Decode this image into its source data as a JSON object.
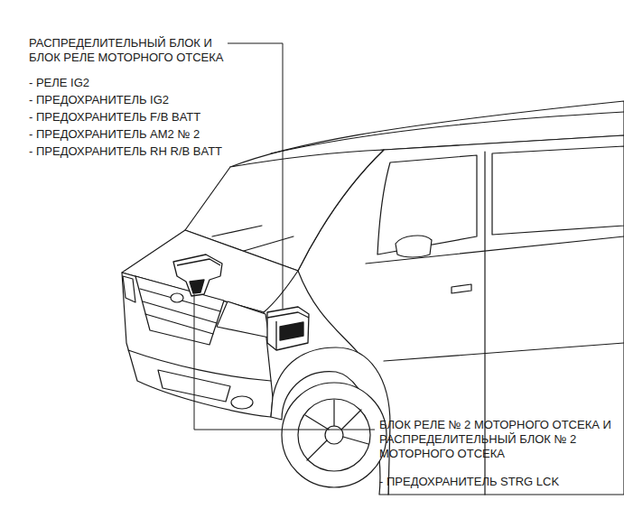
{
  "diagram": {
    "labels": [
      "РАСПРЕДЕЛИТЕЛЬНЫЙ БЛОК И БЛОК РЕЛЕ МОТОРНОГО ОТСЕКА",
      "- РЕЛЕ IG2",
      "- ПРЕДОХРАНИТЕЛЬ IG2",
      "- ПРЕДОХРАНИТЕЛЬ F/B BATT",
      "- ПРЕДОХРАНИТЕЛЬ AM2 № 2",
      "- ПРЕДОХРАНИТЕЛЬ RH R/B BATT",
      "БЛОК РЕЛЕ № 2 МОТОРНОГО ОТСЕКА И РАСПРЕДЕЛИТЕЛЬНЫЙ БЛОК № 2 МОТОРНОГО ОТСЕКА",
      "- ПРЕДОХРАНИТЕЛЬ STRG LCK"
    ]
  }
}
